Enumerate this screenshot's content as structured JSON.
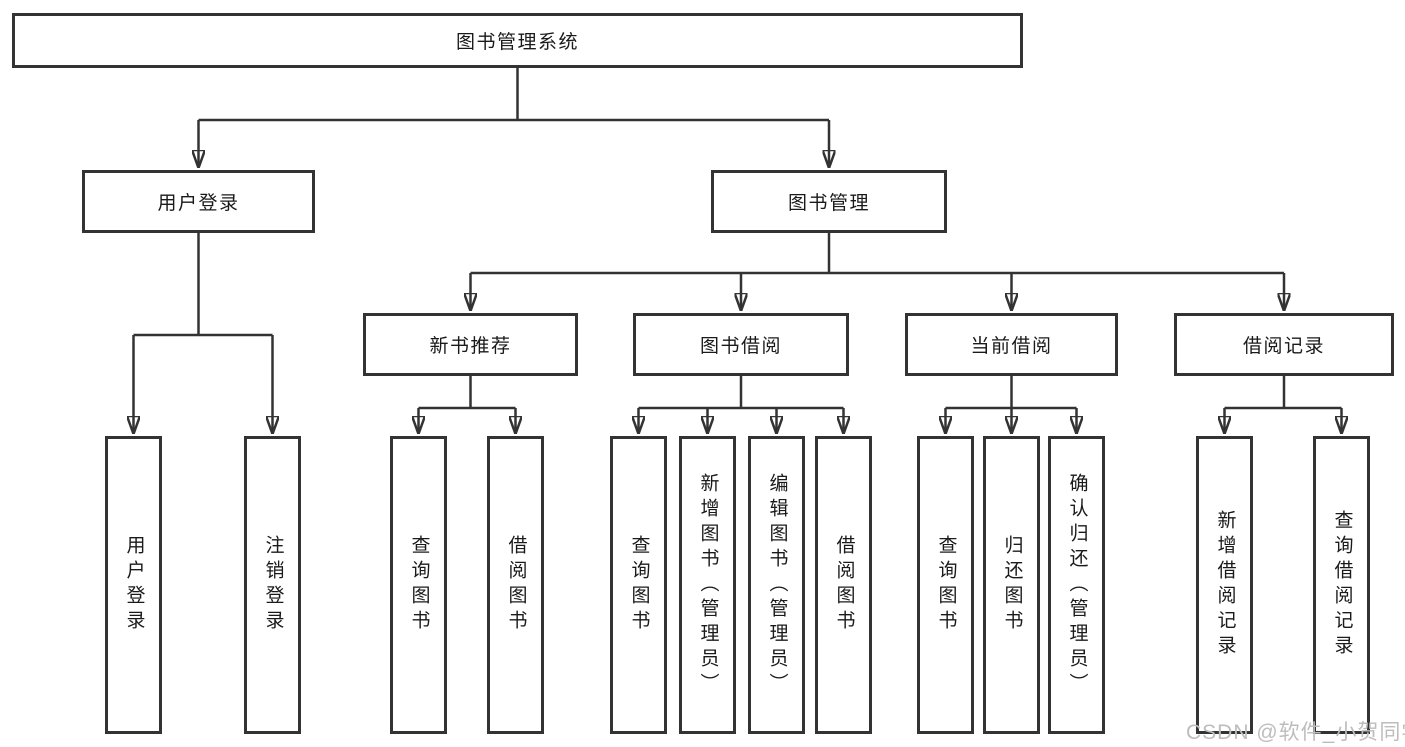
{
  "colors": {
    "line": "#333333",
    "box_border": "#333333",
    "text": "#1a1a1a",
    "watermark": "#bdbdbd",
    "background": "#ffffff"
  },
  "watermark": "CSDN @软件_小贺同学",
  "tree": {
    "root": {
      "label": "图书管理系统",
      "children": [
        {
          "label": "用户登录",
          "children": [
            {
              "label": "用户登录"
            },
            {
              "label": "注销登录"
            }
          ]
        },
        {
          "label": "图书管理",
          "children": [
            {
              "label": "新书推荐",
              "children": [
                {
                  "label": "查询图书"
                },
                {
                  "label": "借阅图书"
                }
              ]
            },
            {
              "label": "图书借阅",
              "children": [
                {
                  "label": "查询图书"
                },
                {
                  "label": "新增图书（管理员）"
                },
                {
                  "label": "编辑图书（管理员）"
                },
                {
                  "label": "借阅图书"
                }
              ]
            },
            {
              "label": "当前借阅",
              "children": [
                {
                  "label": "查询图书"
                },
                {
                  "label": "归还图书"
                },
                {
                  "label": "确认归还（管理员）"
                }
              ]
            },
            {
              "label": "借阅记录",
              "children": [
                {
                  "label": "新增借阅记录"
                },
                {
                  "label": "查询借阅记录"
                }
              ]
            }
          ]
        }
      ]
    }
  }
}
